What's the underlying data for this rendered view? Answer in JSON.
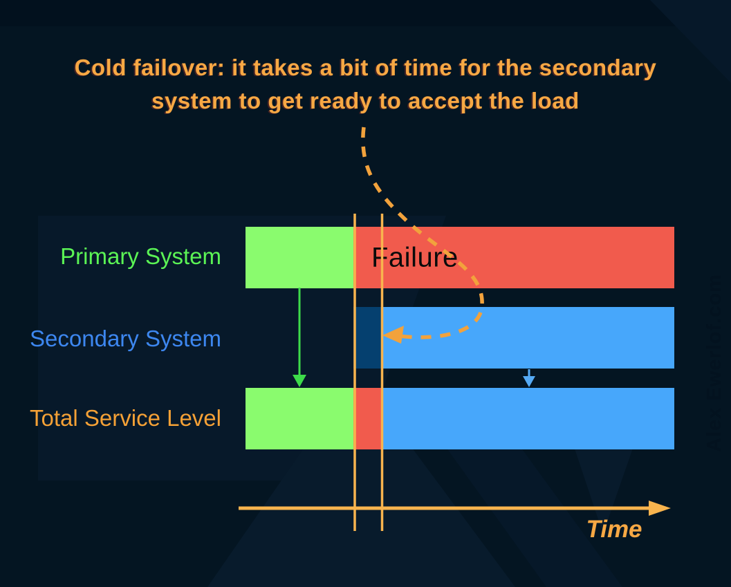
{
  "title": {
    "line1": "Cold failover: it takes a bit of time for the secondary",
    "line2": "system to get ready to accept the load"
  },
  "rows": [
    {
      "label": "Primary System",
      "segments": [
        {
          "state": "active",
          "color": "#8afb6e"
        },
        {
          "state": "failed",
          "color": "#f15b4d",
          "text": "Failure"
        }
      ]
    },
    {
      "label": "Secondary System",
      "segments": [
        {
          "state": "warming-up",
          "color": "#05406f"
        },
        {
          "state": "active",
          "color": "#47a7fb"
        }
      ]
    },
    {
      "label": "Total Service Level",
      "segments": [
        {
          "state": "served-by-primary",
          "color": "#8afb6e"
        },
        {
          "state": "outage",
          "color": "#f15b4d"
        },
        {
          "state": "served-by-secondary",
          "color": "#47a7fb"
        }
      ]
    }
  ],
  "axis": {
    "label": "Time"
  },
  "watermark": "Alex Ewerlof.com",
  "colors": {
    "background": "#041522",
    "title_orange": "#f7a844",
    "axis_orange": "#f8b44e",
    "bar_green": "#8afb6e",
    "bar_red": "#f15b4d",
    "bar_blue": "#47a7fb",
    "bar_darkblue": "#05406f",
    "label_green": "#5bf455",
    "label_blue": "#3d87f0",
    "label_orange": "#f5a136",
    "failure_text": "#0b0b0b"
  }
}
